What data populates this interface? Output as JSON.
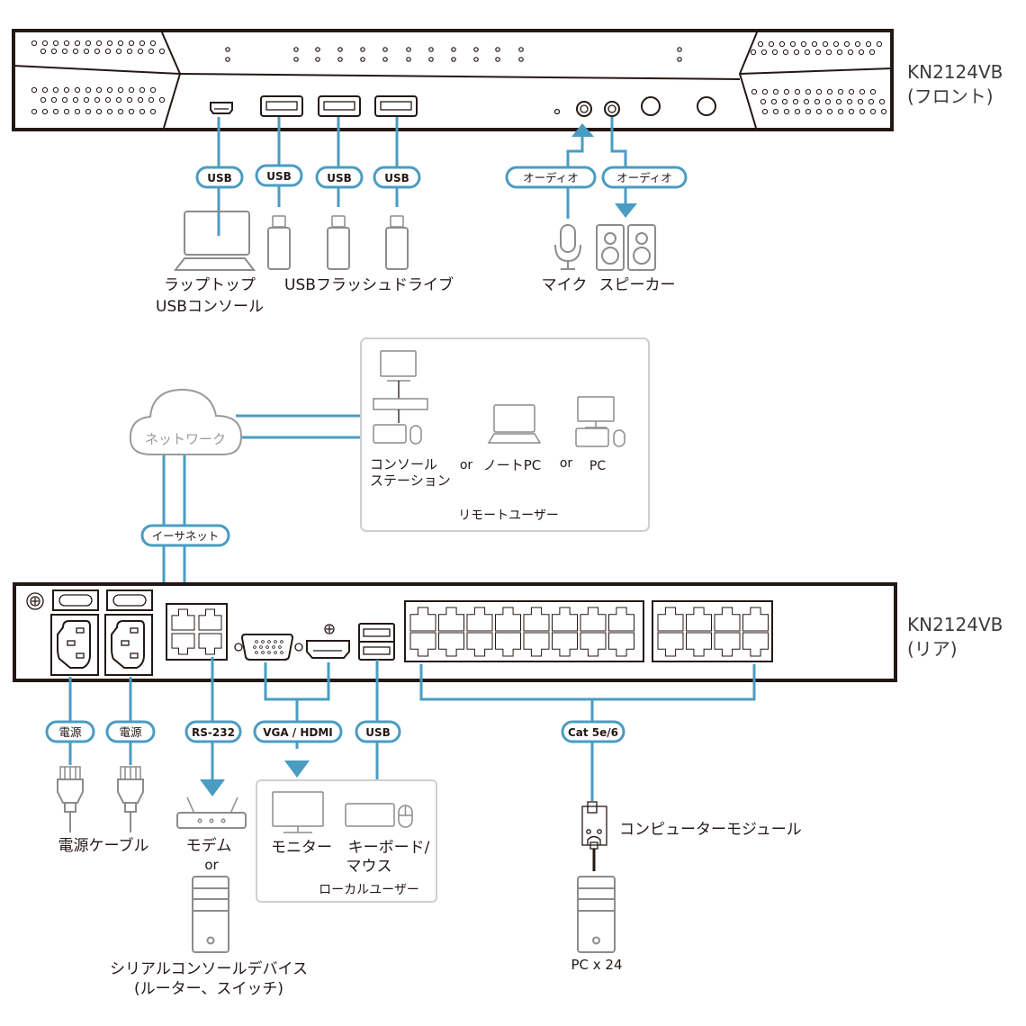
{
  "front_device": {
    "model": "KN2124VB",
    "view": "(フロント)"
  },
  "rear_device": {
    "model": "KN2124VB",
    "view": "(リア)"
  },
  "front_connections": {
    "usb_pills": [
      "USB",
      "USB",
      "USB",
      "USB"
    ],
    "audio_pills": [
      "オーディオ",
      "オーディオ"
    ],
    "laptop_label_line1": "ラップトップ",
    "laptop_label_line2": "USBコンソール",
    "flash_label": "USBフラッシュドライブ",
    "mic_label": "マイク",
    "speaker_label": "スピーカー"
  },
  "network": {
    "cloud_label": "ネットワーク",
    "ethernet_pill": "イーサネット"
  },
  "remote_users": {
    "title": "リモートユーザー",
    "console_station_line1": "コンソール",
    "console_station_line2": "ステーション",
    "or1": "or",
    "notebook_label": "ノートPC",
    "or2": "or",
    "pc_label": "PC"
  },
  "rear_connections": {
    "power_pills": [
      "電源",
      "電源"
    ],
    "rs232_pill": "RS-232",
    "video_pill": "VGA / HDMI",
    "usb_pill": "USB",
    "cat_pill": "Cat 5e/6",
    "power_cable_label": "電源ケーブル",
    "modem_label": "モデム",
    "or": "or",
    "serial_device_line1": "シリアルコンソールデバイス",
    "serial_device_line2": "(ルーター、スイッチ)",
    "monitor_label": "モニター",
    "keyboard_label_line1": "キーボード/",
    "keyboard_label_line2": "マウス",
    "local_users_title": "ローカルユーザー",
    "computer_module_label": "コンピューターモジュール",
    "pc_count_label": "PC x 24"
  },
  "colors": {
    "cable": "#4a9cc2",
    "device_outline": "#231815",
    "peripheral_gray": "#8c8c8c"
  }
}
